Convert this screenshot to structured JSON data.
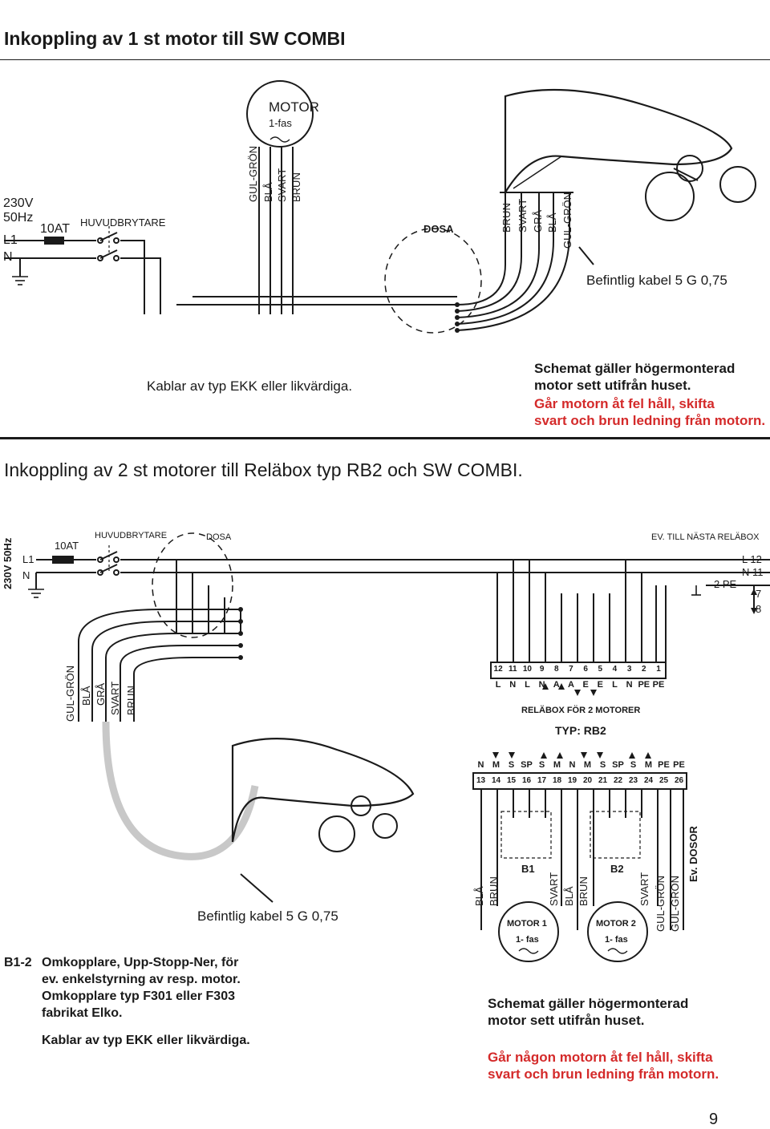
{
  "section1": {
    "title": "Inkoppling av 1 st motor till SW COMBI",
    "motor_label": "MOTOR",
    "motor_phase": "1-fas",
    "supply_voltage": "230V",
    "supply_freq": "50Hz",
    "l1": "L1",
    "n": "N",
    "fuse": "10AT",
    "main_switch": "HUVUDBRYTARE",
    "junction": "DOSA",
    "motor_wires": [
      "GUL-GRÖN",
      "BLÅ",
      "SVART",
      "BRUN"
    ],
    "cable_wires": [
      "BRUN",
      "SVART",
      "GRÅ",
      "BLÅ",
      "GUL-GRÖN"
    ],
    "existing_cable": "Befintlig kabel 5 G 0,75",
    "cable_note": "Kablar av typ EKK eller likvärdiga.",
    "scheme_note": [
      "Schemat gäller högermonterad",
      "motor sett utifrån huset."
    ],
    "warning": [
      "Går motorn åt fel håll, skifta",
      "svart och brun ledning från motorn."
    ]
  },
  "section2": {
    "title": "Inkoppling av 2 st motorer till Reläbox typ RB2 och SW COMBI.",
    "supply": "230V 50Hz",
    "l1": "L1",
    "n": "N",
    "fuse": "10AT",
    "main_switch": "HUVUDBRYTARE",
    "junction": "DOSA",
    "next_box": "EV. TILL NÄSTA RELÄBOX",
    "next_terms": [
      "L  12",
      "N  11",
      "2 PE",
      "7",
      "8"
    ],
    "cable_wires": [
      "GUL-GRÖN",
      "BLÅ",
      "GRÅ",
      "SVART",
      "BRUN"
    ],
    "top_numbers": [
      "12",
      "11",
      "10",
      "9",
      "8",
      "7",
      "6",
      "5",
      "4",
      "3",
      "2",
      "1"
    ],
    "top_letters": [
      "L",
      "N",
      "L",
      "N",
      "A",
      "A",
      "E",
      "E",
      "L",
      "N",
      "PE",
      "PE"
    ],
    "relay_title": "RELÄBOX FÖR 2 MOTORER",
    "relay_type": "TYP: RB2",
    "bottom_letters": [
      "N",
      "M",
      "S",
      "SP",
      "S",
      "M",
      "N",
      "M",
      "S",
      "SP",
      "S",
      "M",
      "PE",
      "PE"
    ],
    "bottom_numbers": [
      "13",
      "14",
      "15",
      "16",
      "17",
      "18",
      "19",
      "20",
      "21",
      "22",
      "23",
      "24",
      "25",
      "26"
    ],
    "switch1": "B1",
    "switch2": "B2",
    "motor1": "MOTOR 1",
    "motor2": "MOTOR 2",
    "phase": "1- fas",
    "m1_wires": [
      "BLÅ",
      "BRUN",
      "SVART"
    ],
    "m2_wires": [
      "BLÅ",
      "BRUN",
      "SVART"
    ],
    "pe_wires": [
      "GUL-GRÖN",
      "GUL-GRÖN"
    ],
    "ev_dosor": "Ev. DOSOR",
    "existing_cable": "Befintlig kabel 5 G 0,75",
    "b12_code": "B1-2",
    "b12_text": [
      "Omkopplare, Upp-Stopp-Ner, för",
      "ev. enkelstyrning av resp. motor.",
      "Omkopplare typ F301 eller F303",
      "fabrikat Elko."
    ],
    "cable_note": "Kablar av typ EKK eller likvärdiga.",
    "scheme_note": [
      "Schemat gäller högermonterad",
      "motor sett utifrån huset."
    ],
    "warning": [
      "Går någon motorn åt fel håll, skifta",
      "svart och brun ledning från motorn."
    ]
  },
  "page_number": "9",
  "colors": {
    "line": "#1a1a1a",
    "warning": "#d42a2a",
    "grey_cable": "#c8c8c8"
  }
}
